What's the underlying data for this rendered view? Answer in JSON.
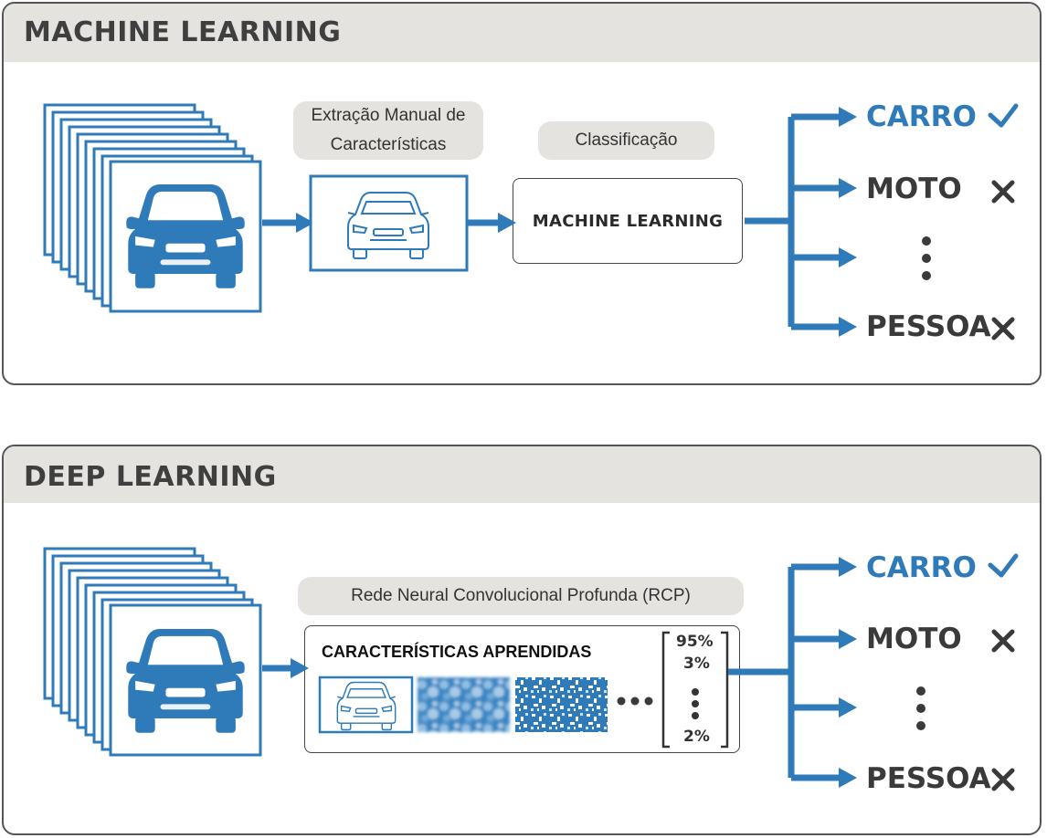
{
  "machine_learning": {
    "title": "MACHINE LEARNING",
    "feature_extraction_label": "Extração Manual de Características",
    "classification_label": "Classificação",
    "classifier_box_label": "MACHINE LEARNING",
    "outputs": [
      {
        "label": "CARRO",
        "status": "check-icon"
      },
      {
        "label": "MOTO",
        "status": "x-icon"
      },
      {
        "label": "PESSOA",
        "status": "x-icon"
      }
    ]
  },
  "deep_learning": {
    "title": "DEEP LEARNING",
    "network_label": "Rede Neural Convolucional Profunda (RCP)",
    "learned_features_label": "CARACTERÍSTICAS APRENDIDAS",
    "probabilities": [
      "95%",
      "3%",
      "2%"
    ],
    "outputs": [
      {
        "label": "CARRO",
        "status": "check-icon"
      },
      {
        "label": "MOTO",
        "status": "x-icon"
      },
      {
        "label": "PESSOA",
        "status": "x-icon"
      }
    ]
  },
  "colors": {
    "accent": "#2f7ab8",
    "header_bg": "#e4e3df",
    "text": "#3a3a3a"
  }
}
